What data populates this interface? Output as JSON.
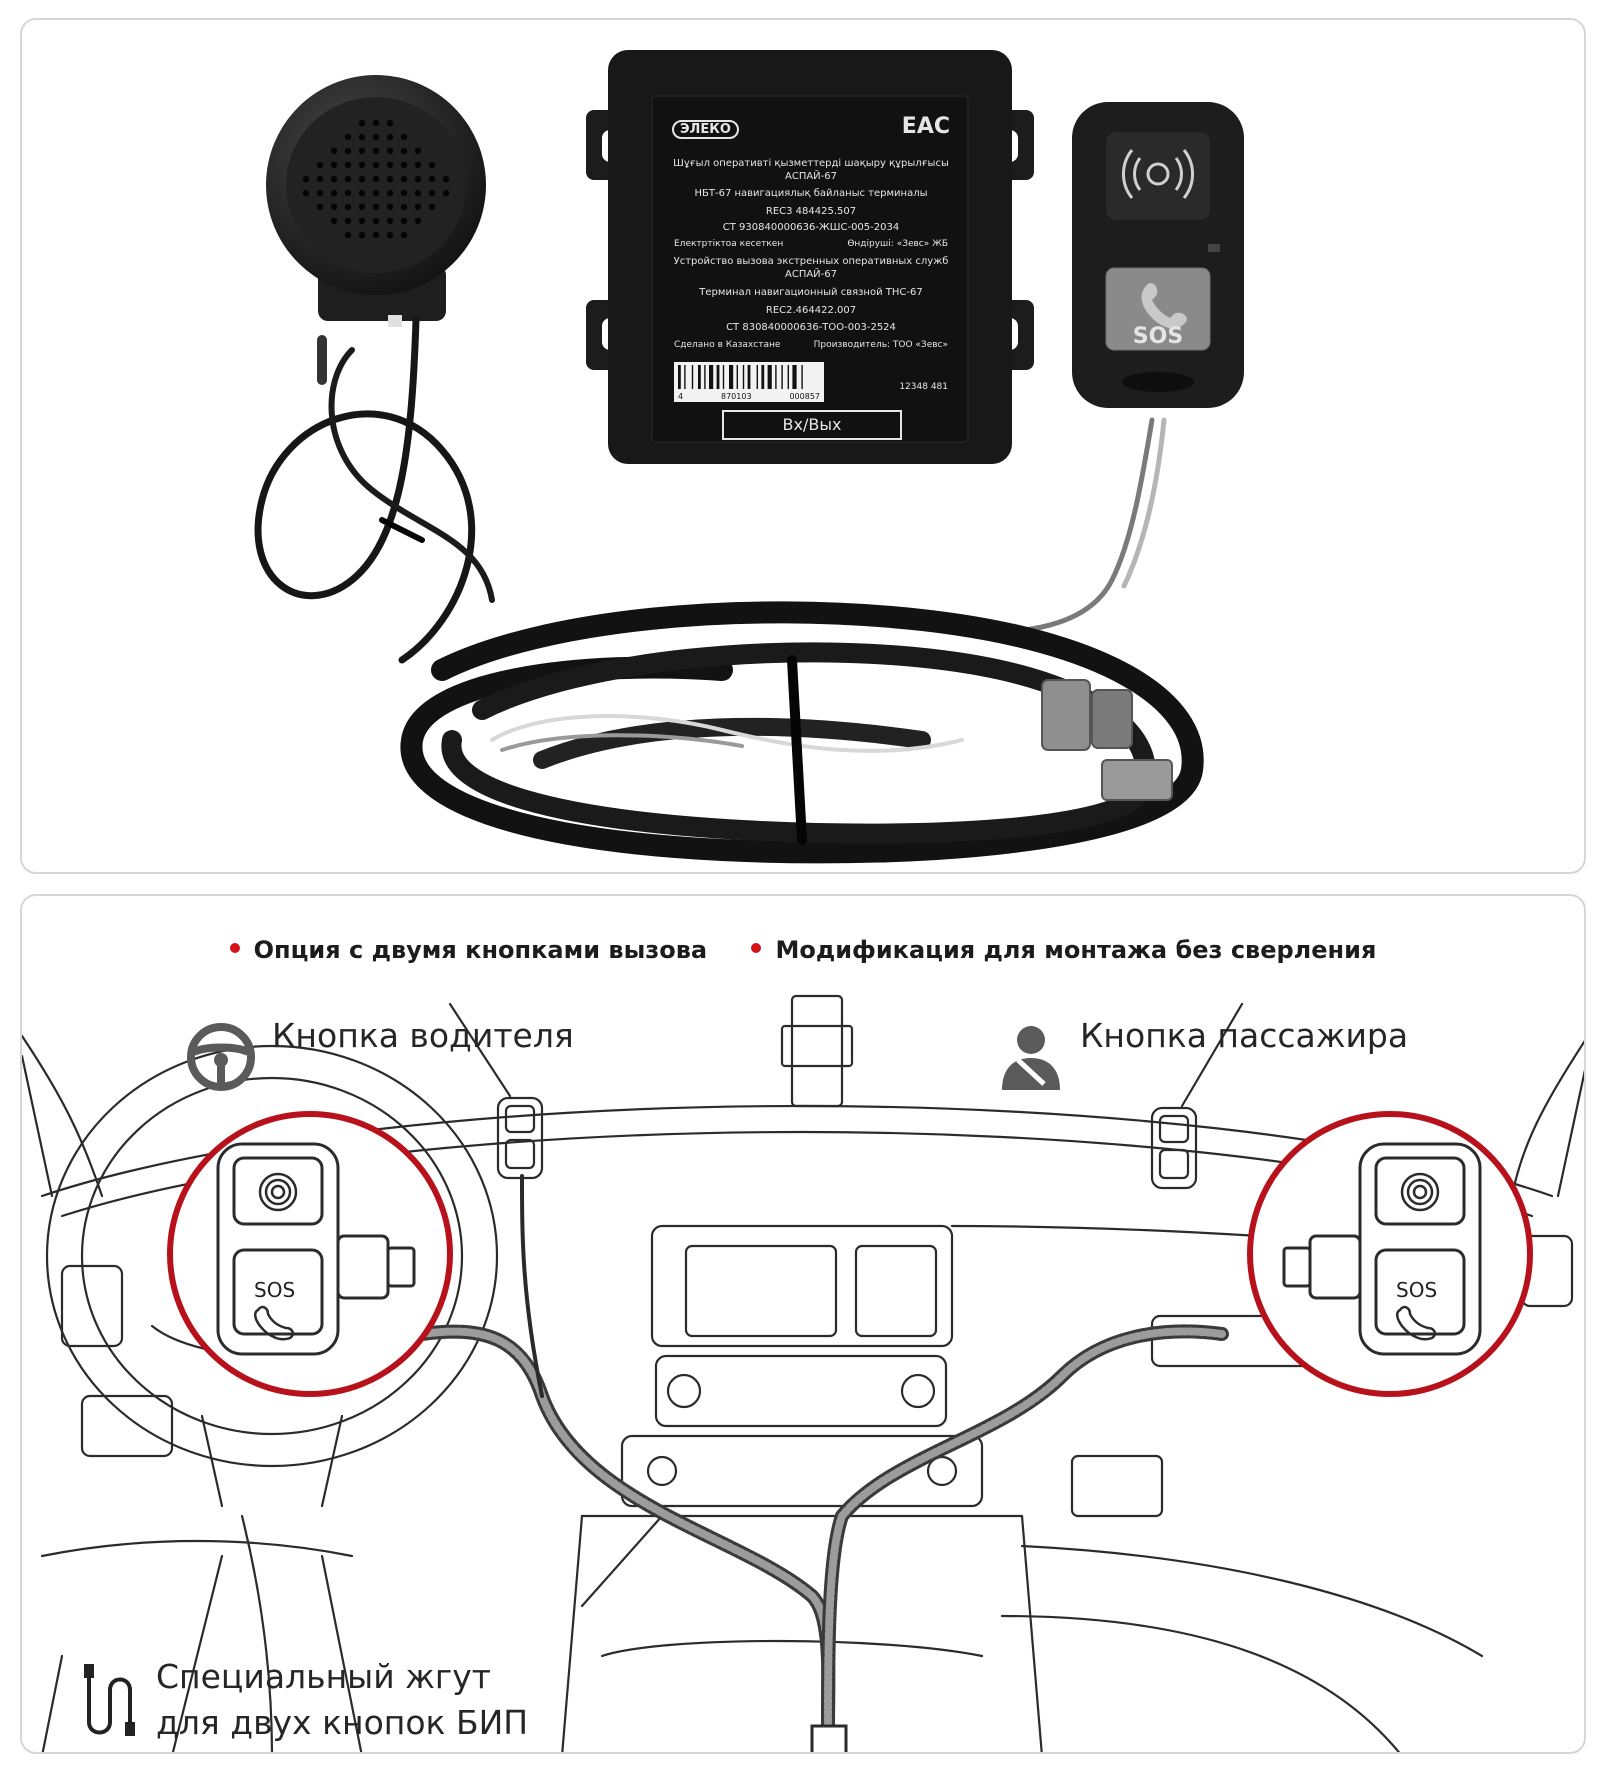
{
  "product_photo": {
    "terminal_label": {
      "brand": "ЭЛЕКО",
      "mark": "EAC",
      "lines": [
        "Шұғыл оперативті қызметтерді шақыру құрылғысы",
        "АСПАЙ-67",
        "НБТ-67 навигациялық байланыс терминалы",
        "REC3 484425.507",
        "СТ 930840000636-ЖШС-005-2034",
        "Устройство вызова экстренных оперативных служб",
        "АСПАЙ-67",
        "Терминал навигационный связной ТНС-67",
        "REC2.464422.007",
        "СТ 830840000636-ТОО-003-2524"
      ],
      "kz_made": "Електртіктоа кесеткен",
      "kz_maker": "Өндіруші: «Зевс» ЖБ",
      "ru_made": "Сделано в Казахстане",
      "ru_maker": "Производитель: ТОО «Зевс»",
      "serial": "12348   481",
      "barcode_left": "4",
      "barcode_mid": "870103",
      "barcode_right": "000857",
      "port_label": "Вх/Вых"
    },
    "sos_button_label": "SOS"
  },
  "features": [
    "Опция с двумя кнопками вызова",
    "Модификация для монтажа без сверления"
  ],
  "callouts": {
    "driver": "Кнопка водителя",
    "passenger": "Кнопка пассажира"
  },
  "harness_caption": {
    "line1": "Специальный жгут",
    "line2": "для двух кнопок БИП"
  },
  "diagram": {
    "sos_label": "SOS"
  },
  "colors": {
    "accent_red": "#d6111a",
    "device_black": "#1b1b1b",
    "button_gray": "#7f7f7f",
    "panel_border": "#d6d6d6"
  },
  "icons": [
    "steering-wheel-icon",
    "passenger-icon",
    "cable-icon",
    "speaker-icon",
    "phone-icon"
  ]
}
